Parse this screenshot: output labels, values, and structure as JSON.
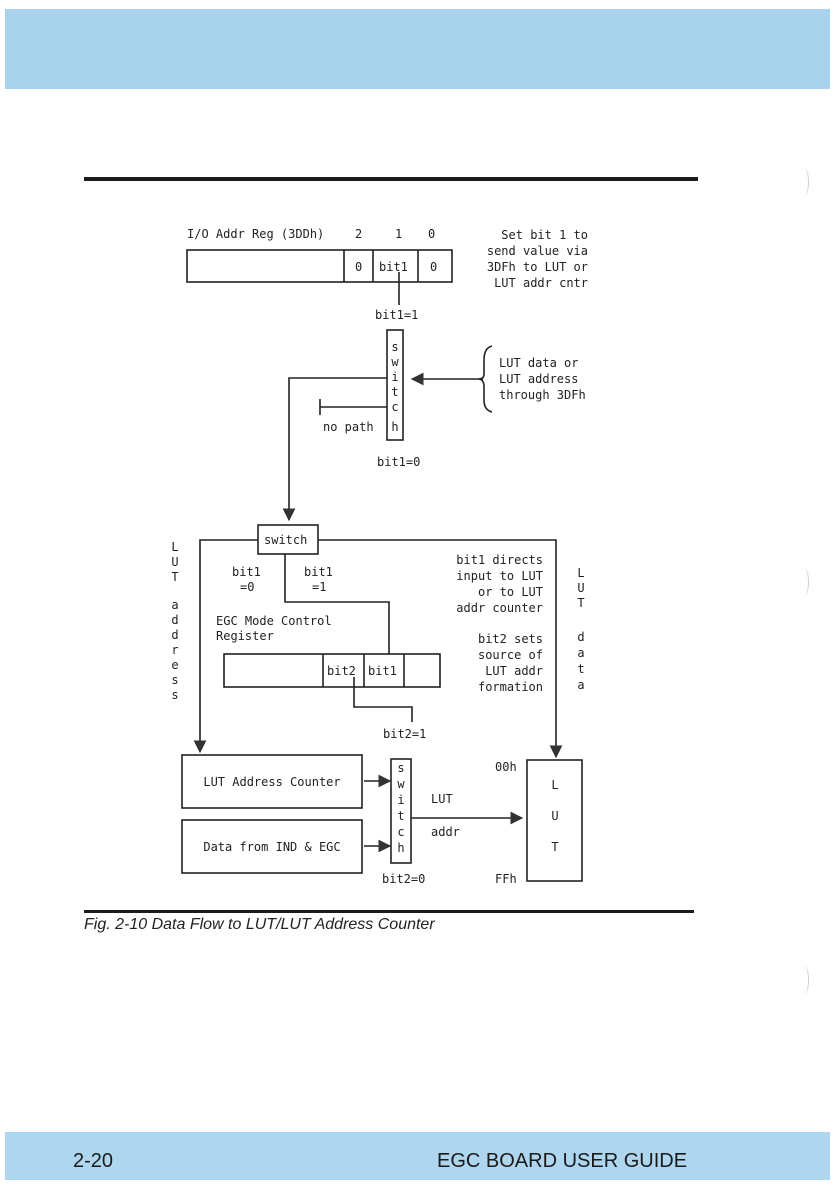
{
  "header": {
    "band_color": "#a9d3ec"
  },
  "figure": {
    "caption": "Fig. 2-10 Data Flow to LUT/LUT Address Counter",
    "io_register": {
      "label": "I/O Addr Reg (3DDh)",
      "bit_numbers": [
        "2",
        "1",
        "0"
      ],
      "cells": [
        "0",
        "bit1",
        "0"
      ],
      "below_label": "bit1=1"
    },
    "note_set_bit": [
      "Set bit 1 to",
      "send value via",
      "3DFh to LUT or",
      "LUT addr cntr"
    ],
    "switch1": {
      "letters": [
        "s",
        "w",
        "i",
        "t",
        "c",
        "h"
      ],
      "no_path_label": "no path",
      "below_label": "bit1=0"
    },
    "input_note": [
      "LUT data or",
      "LUT address",
      "through 3DFh"
    ],
    "switch2": {
      "label": "switch",
      "left_label": [
        "bit1",
        "=0"
      ],
      "right_label": [
        "bit1",
        "=1"
      ]
    },
    "side_label_left": [
      "L",
      "U",
      "T",
      "",
      "a",
      "d",
      "d",
      "r",
      "e",
      "s",
      "s"
    ],
    "side_label_right": [
      "L",
      "U",
      "T",
      "",
      "d",
      "a",
      "t",
      "a"
    ],
    "mode_register": {
      "label": [
        "EGC Mode Control",
        "Register"
      ],
      "cells": [
        "bit2",
        "bit1"
      ]
    },
    "note_bit1": [
      "bit1 directs",
      "input to LUT",
      "or to LUT",
      "addr counter"
    ],
    "note_bit2": [
      "bit2 sets",
      "source of",
      "LUT addr",
      "formation"
    ],
    "switch3": {
      "letters": [
        "s",
        "w",
        "i",
        "t",
        "c",
        "h"
      ],
      "top_label": "bit2=1",
      "bottom_label": "bit2=0",
      "out_label": [
        "LUT",
        "addr"
      ]
    },
    "boxes": {
      "lut_address_counter": "LUT Address Counter",
      "data_from": "Data from IND & EGC"
    },
    "lut": {
      "letters": [
        "L",
        "U",
        "T"
      ],
      "top_addr": "00h",
      "bottom_addr": "FFh"
    }
  },
  "footer": {
    "page_number": "2-20",
    "title": "EGC BOARD USER GUIDE",
    "band_color": "#aed6ee"
  }
}
